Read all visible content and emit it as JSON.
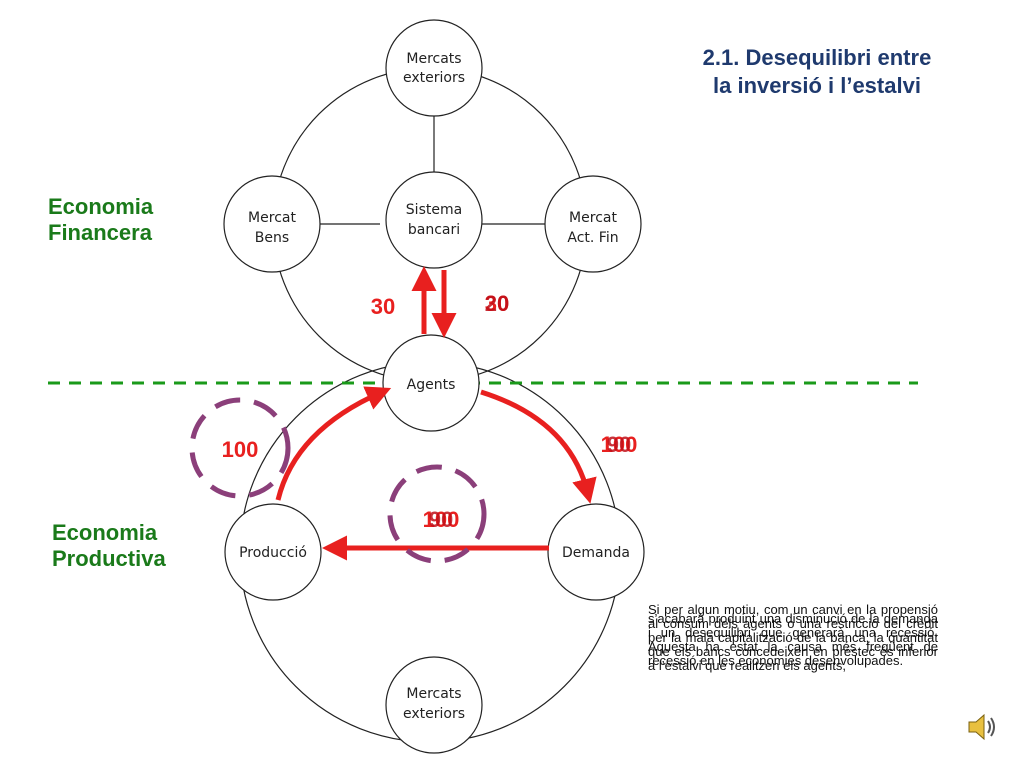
{
  "title": {
    "line1": "2.1. Desequilibri entre",
    "line2": "la inversió i l’estalvi"
  },
  "labels": {
    "financera": {
      "line1": "Economia",
      "line2": "Financera"
    },
    "productiva": {
      "line1": "Economia",
      "line2": "Productiva"
    }
  },
  "nodes": {
    "mercats_top": {
      "line1": "Mercats",
      "line2": "exteriors"
    },
    "sistema": {
      "line1": "Sistema",
      "line2": "bancari"
    },
    "mercat_bens": {
      "line1": "Mercat",
      "line2": "Bens"
    },
    "mercat_act": {
      "line1": "Mercat",
      "line2": "Act. Fin"
    },
    "agents": {
      "line1": "Agents"
    },
    "produccio": {
      "line1": "Producció"
    },
    "demanda": {
      "line1": "Demanda"
    },
    "mercats_bottom": {
      "line1": "Mercats",
      "line2": "exteriors"
    }
  },
  "values": {
    "savings_left": "30",
    "savings_right_a": "30",
    "savings_right_b": "20",
    "income_left": "100",
    "spend_right_a": "100",
    "spend_right_b": "90",
    "prod_a": "100",
    "prod_b": "90"
  },
  "notes": {
    "a": "Si per algun motiu, com un canvi en la propensió al consum dels agents o una restricció del crèdit per la mala capitalització de la banca, la quantitat que els bancs concedeixen en préstec és inferior a l’estalvi que realitzen els agents,",
    "b": "s’acabarà produint una disminució de la demanda i un desequilibri que generarà una recessió. Aquesta ha estat la causa més freqüent de recessió en les economies desenvolupades."
  },
  "colors": {
    "flow": "#e8201f",
    "dashed_circle": "#8b3f7a",
    "divider": "#1a9a1a",
    "title": "#1f3a6e",
    "label": "#1a7a1a"
  },
  "icons": {
    "speaker": "speaker-icon"
  }
}
